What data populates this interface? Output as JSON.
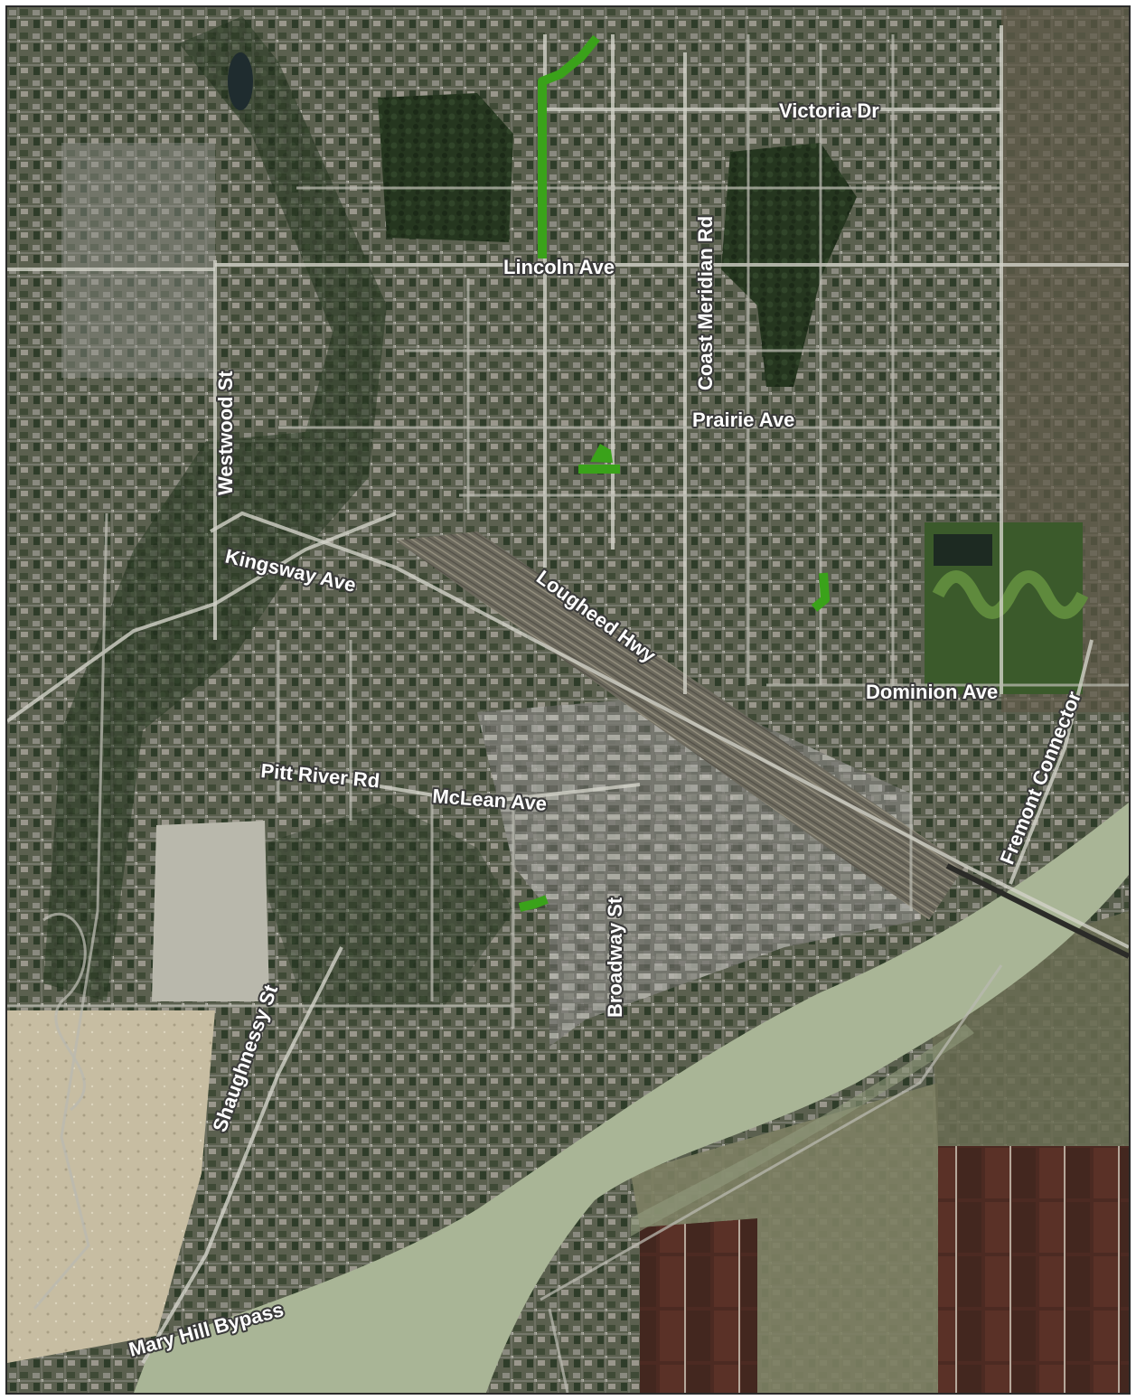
{
  "map": {
    "colors": {
      "urban": "#5d6150",
      "forest": "#25351f",
      "river": "#a9b596",
      "sand": "#c9bfa4",
      "farmland": "#5a2a26",
      "trail": "#3aa21a"
    },
    "labels": {
      "victoria": "Victoria Dr",
      "lincoln": "Lincoln Ave",
      "coast_meridian": "Coast Meridian Rd",
      "prairie": "Prairie Ave",
      "westwood": "Westwood St",
      "kingsway": "Kingsway Ave",
      "lougheed": "Lougheed Hwy",
      "dominion": "Dominion Ave",
      "fremont": "Fremont Connector",
      "pitt_river": "Pitt River Rd",
      "mclean": "McLean Ave",
      "broadway": "Broadway St",
      "shaughnessy": "Shaughnessy St",
      "mary_hill": "Mary Hill Bypass"
    }
  }
}
